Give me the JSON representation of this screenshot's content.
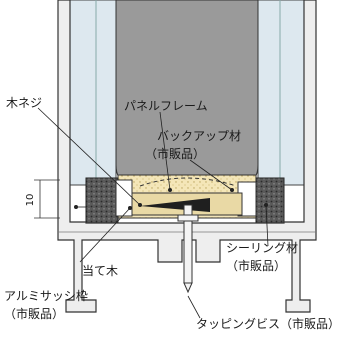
{
  "labels": {
    "wood_screw": "木ネジ",
    "panel_frame": "パネルフレーム",
    "backup_material": "バックアップ材",
    "backup_material_note": "（市販品）",
    "dimension": "10",
    "sealing_material": "シーリング材",
    "sealing_material_note": "（市販品）",
    "backing_wood": "当て木",
    "aluminum_sash_frame": "アルミサッシ枠",
    "aluminum_sash_frame_note": "（市販品）",
    "tapping_screw": "タッピングビス（市販品）"
  },
  "colors": {
    "panel_gray": "#9a9a9a",
    "glass_blue": "#dde8ef",
    "aluminum_light": "#eeeeee",
    "sealant_dark": "#555555",
    "backup_yellow": "#f4e6b8",
    "wood_brown": "#c8b27a",
    "line": "#333333"
  }
}
